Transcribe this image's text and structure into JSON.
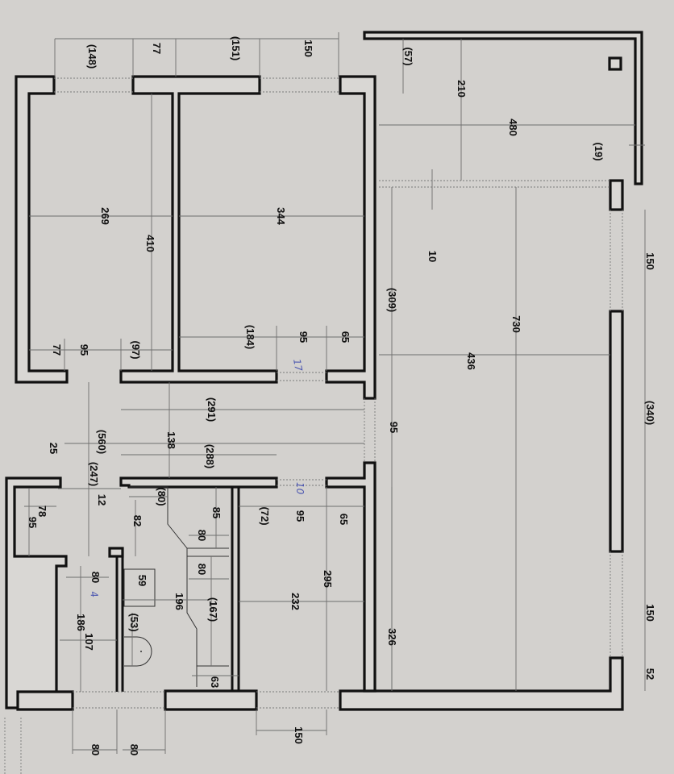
{
  "drawing": {
    "type": "apartment floor plan (rotated 90°)",
    "units": "cm",
    "colors": {
      "paper": "#cfcdcb",
      "wall": "#111111",
      "dimension_line": "#6e6e6e",
      "handwriting": "#4a55b0"
    }
  },
  "dimensions": {
    "top_148": "(148)",
    "top_77": "77",
    "top_151": "(151)",
    "top_150": "150",
    "balcony_57": "(57)",
    "balcony_210": "210",
    "balcony_480": "480",
    "balcony_19": "(19)",
    "living_10": "10",
    "living_309": "(309)",
    "living_730": "730",
    "living_436": "436",
    "window_150_a": "150",
    "window_340": "(340)",
    "window_150_b": "150",
    "window_52": "52",
    "room1_269": "269",
    "room1_410": "410",
    "room1_77": "77",
    "room1_95": "95",
    "room1_97": "(97)",
    "room2_344": "344",
    "room2_184": "(184)",
    "room2_95": "95",
    "room2_65": "65",
    "hall_291": "(291)",
    "hall_138": "138",
    "hall_288": "(288)",
    "hall_560": "(560)",
    "hall_25": "25",
    "hall_247": "(247)",
    "hall_12": "12",
    "door_95_right": "95",
    "kitchen_72": "(72)",
    "kitchen_95": "95",
    "kitchen_65": "65",
    "kitchen_295": "295",
    "kitchen_232": "232",
    "kitchen_326": "326",
    "kitchen_150_bottom": "150",
    "bath_80_top": "(80)",
    "bath_82": "82",
    "bath_85": "85",
    "bath_80_a": "80",
    "bath_80_b": "80",
    "bath_59": "59",
    "bath_196": "196",
    "bath_167": "(167)",
    "bath_53": "(53)",
    "bath_63": "63",
    "wc_78": "78",
    "wc_95": "95",
    "wc_80": "80",
    "wc_186": "186",
    "wc_107": "107",
    "bottom_80_a": "80",
    "bottom_80_b": "80"
  },
  "handwritten": {
    "note_17": "17",
    "note_10": "10",
    "note_4": "4"
  }
}
